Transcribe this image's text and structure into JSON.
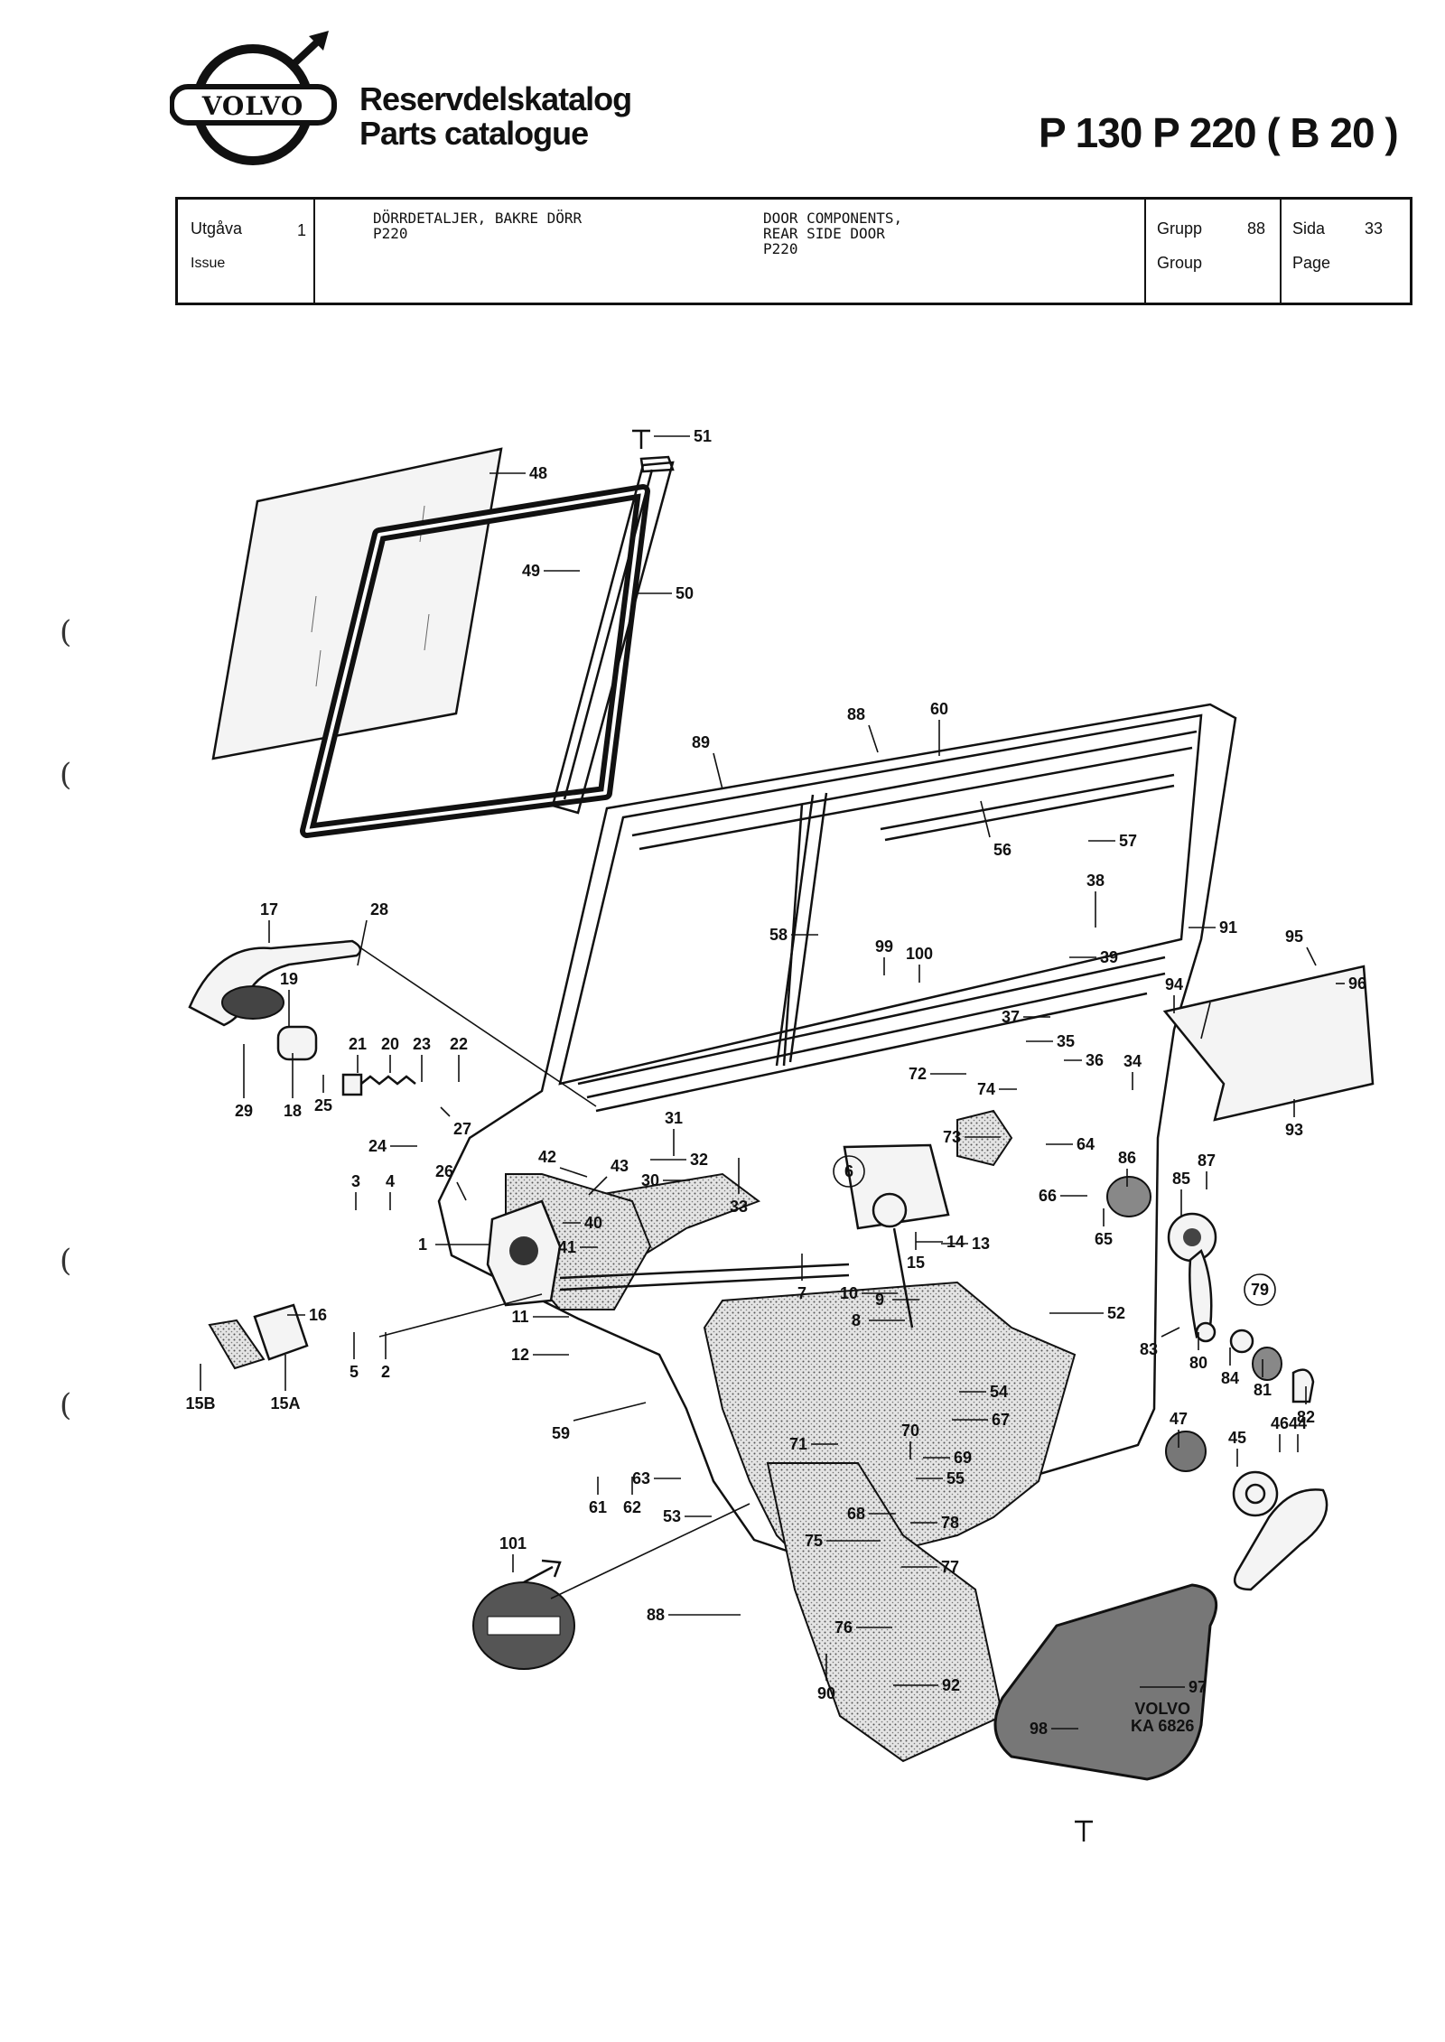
{
  "header": {
    "brand": "VOLVO",
    "title_sv": "Reservdelskatalog",
    "title_en": "Parts catalogue",
    "models": "P 130  P 220 ( B 20 )"
  },
  "info": {
    "issue_label_sv": "Utgåva",
    "issue_label_en": "Issue",
    "issue_value": "1",
    "desc_sv": "DÖRRDETALJER, BAKRE DÖRR\nP220",
    "desc_en": "DOOR COMPONENTS,\nREAR SIDE DOOR\nP220",
    "group_label_sv": "Grupp",
    "group_label_en": "Group",
    "group_value": "88",
    "page_label_sv": "Sida",
    "page_label_en": "Page",
    "page_value": "33"
  },
  "callouts": [
    "51",
    "48",
    "49",
    "50",
    "88",
    "60",
    "89",
    "56",
    "57",
    "38",
    "91",
    "95",
    "96",
    "94",
    "93",
    "17",
    "28",
    "19",
    "29",
    "18",
    "25",
    "21",
    "20",
    "23",
    "22",
    "27",
    "24",
    "26",
    "3",
    "4",
    "1",
    "42",
    "43",
    "40",
    "41",
    "31",
    "32",
    "30",
    "33",
    "6",
    "72",
    "74",
    "73",
    "64",
    "86",
    "87",
    "85",
    "66",
    "65",
    "37",
    "35",
    "36",
    "34",
    "39",
    "58",
    "99",
    "100",
    "14",
    "13",
    "15",
    "10",
    "9",
    "8",
    "7",
    "52",
    "11",
    "12",
    "16",
    "15B",
    "15A",
    "5",
    "2",
    "59",
    "54",
    "67",
    "70",
    "69",
    "55",
    "71",
    "63",
    "61",
    "62",
    "53",
    "68",
    "78",
    "75",
    "77",
    "76",
    "101",
    "88",
    "90",
    "92",
    "97",
    "98",
    "47",
    "45",
    "46",
    "44",
    "83",
    "80",
    "84",
    "81",
    "82",
    "79"
  ],
  "footer": {
    "brand": "VOLVO",
    "code": "KA 6826"
  },
  "margin_marks": [
    "(",
    "(",
    "(",
    "("
  ]
}
